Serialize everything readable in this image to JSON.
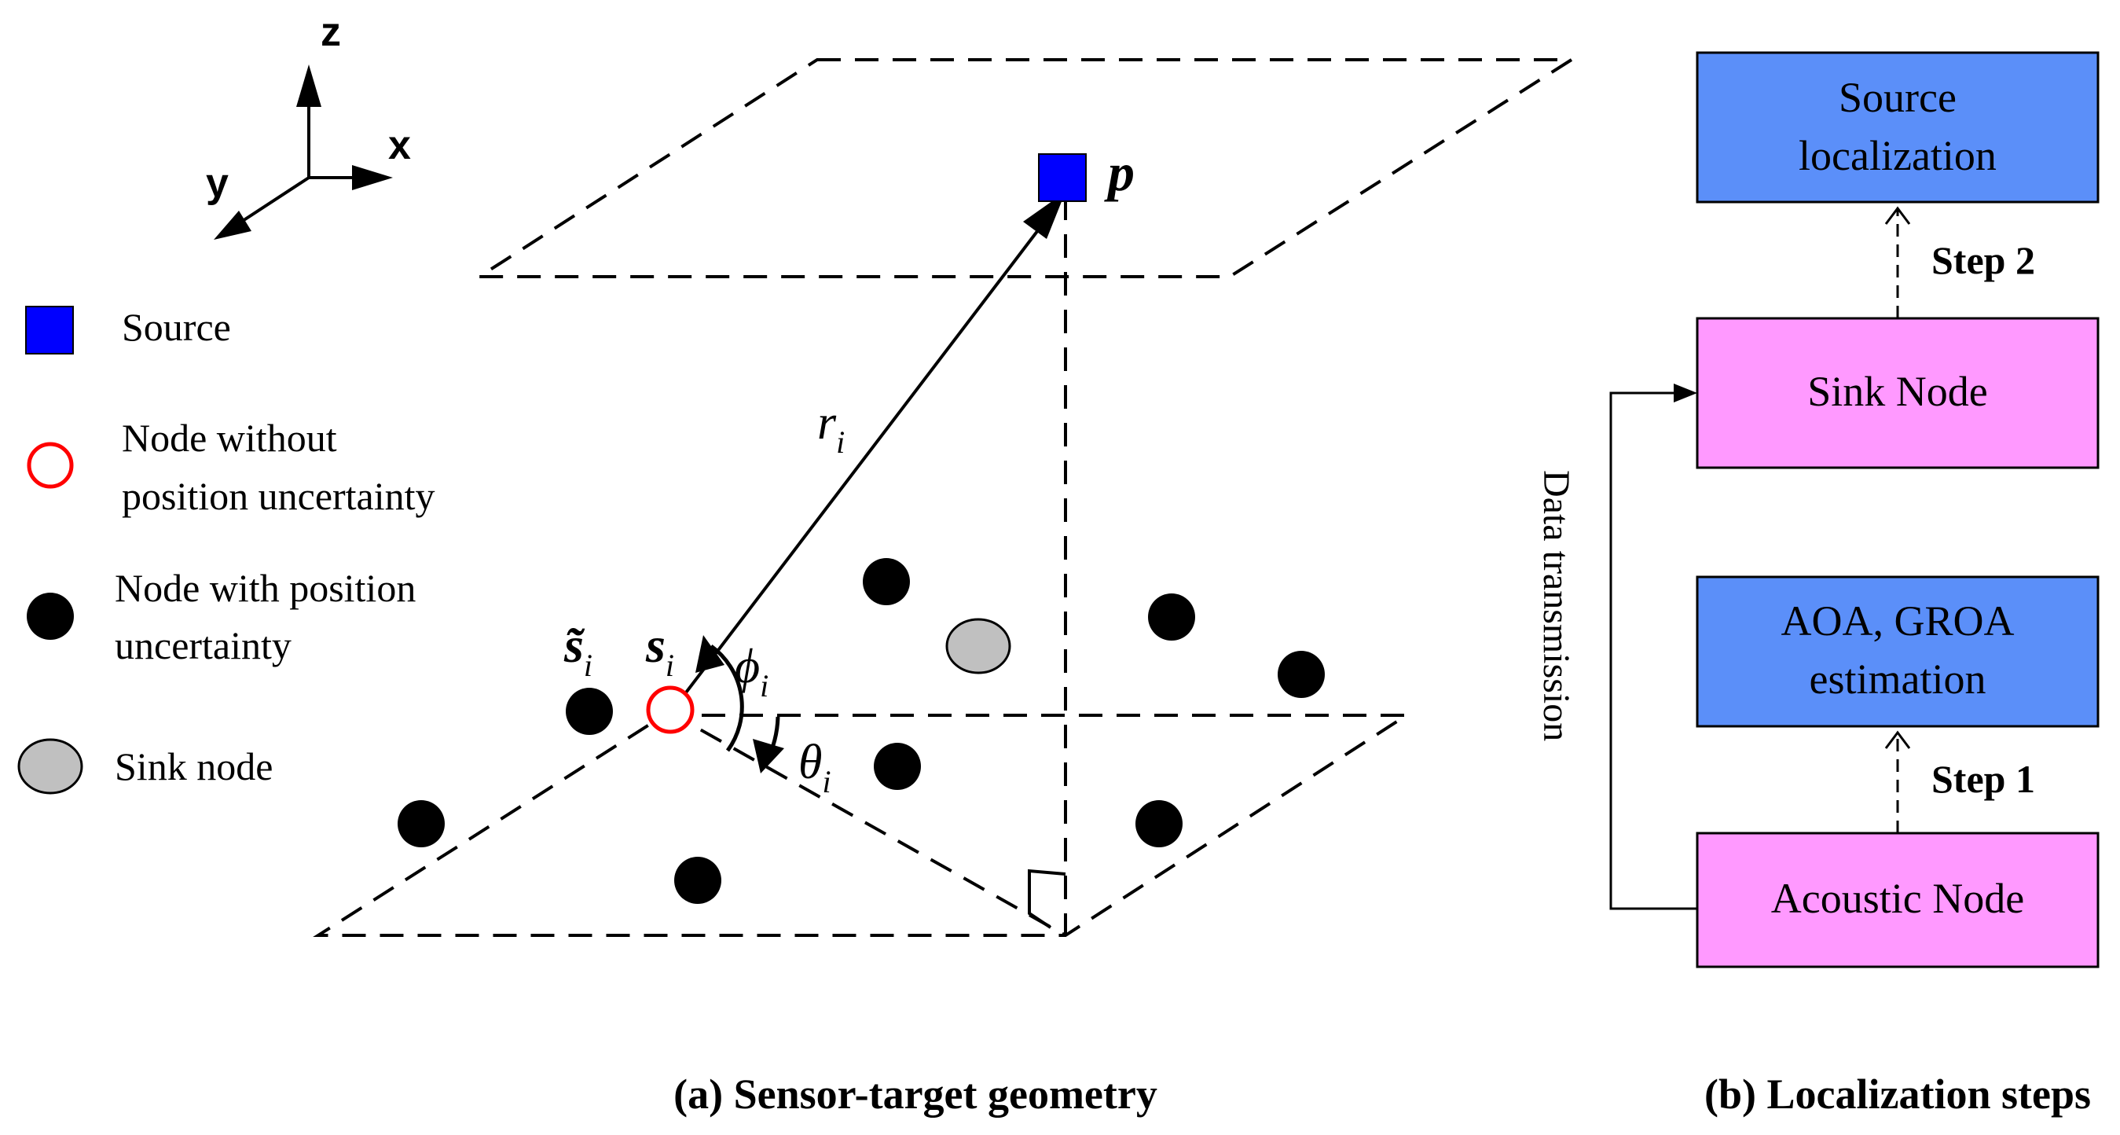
{
  "axes": {
    "z": "z",
    "x": "x",
    "y": "y"
  },
  "legend": {
    "source": "Source",
    "node_without_l1": "Node without",
    "node_without_l2": "position uncertainty",
    "node_with_l1": "Node with position",
    "node_with_l2": "uncertainty",
    "sink": "Sink node"
  },
  "geometry_labels": {
    "p": "p",
    "r": "r",
    "r_sub": "i",
    "s": "s",
    "s_sub": "i",
    "s_tilde": "s̃",
    "s_tilde_sub": "i",
    "phi": "ϕ",
    "phi_sub": "i",
    "theta": "θ",
    "theta_sub": "i"
  },
  "flow": {
    "source_loc_l1": "Source",
    "source_loc_l2": "localization",
    "sink_node": "Sink Node",
    "aoa_l1": "AOA, GROA",
    "aoa_l2": "estimation",
    "acoustic_node": "Acoustic Node",
    "step1": "Step 1",
    "step2": "Step 2",
    "data_transmission": "Data transmission"
  },
  "captions": {
    "a": "(a) Sensor-target geometry",
    "b": "(b) Localization steps"
  },
  "colors": {
    "source": "#0000ff",
    "node_ring": "#ff0000",
    "node_black": "#000000",
    "sink_gray": "#c0c0c0",
    "box_blue": "#5b8ff9",
    "box_pink": "#ff99ff"
  }
}
